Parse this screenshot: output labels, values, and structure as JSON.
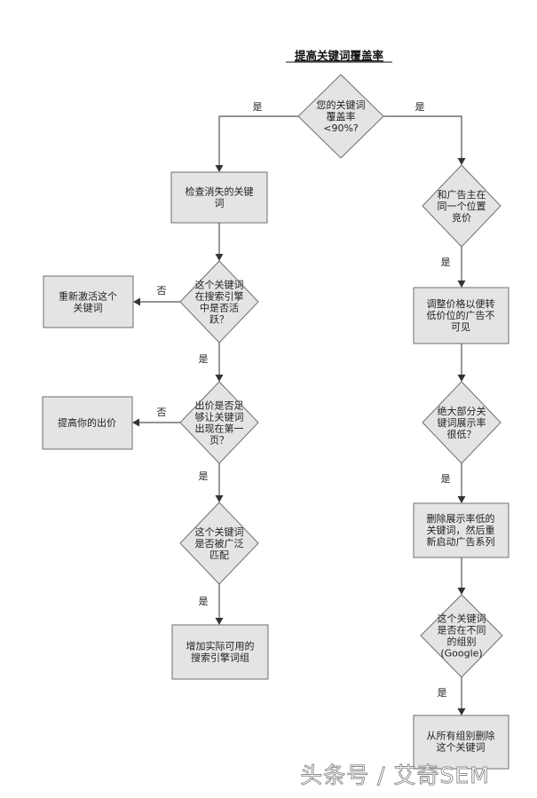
{
  "title": "提高关键词覆盖率",
  "watermark": "头条号 / 艾奇SEM",
  "nodes": {
    "d_coverage": [
      "您的关键词",
      "覆盖率",
      "<90%?"
    ],
    "p_check": [
      "检查消失的关键",
      "词"
    ],
    "d_active": [
      "这个关键词",
      "在搜索引擎",
      "中是否活",
      "跃？"
    ],
    "p_reactivate": [
      "重新激活这个",
      "关键词"
    ],
    "d_bid": [
      "出价是否足",
      "够让关键词",
      "出现在第一",
      "页？"
    ],
    "p_raise_bid": [
      "提高你的出价"
    ],
    "d_broad": [
      "这个关键词",
      "是否被广泛",
      "匹配"
    ],
    "p_add_terms": [
      "增加实际可用的",
      "搜索引擎词组"
    ],
    "d_same_position": [
      "和广告主在",
      "同一个位置",
      "竞价"
    ],
    "p_adjust_price": [
      "调整价格以便转",
      "低价位的广告不",
      "可见"
    ],
    "d_low_impr": [
      "绝大部分关",
      "键词展示率",
      "很低？"
    ],
    "p_delete_low": [
      "删除展示率低的",
      "关键词，然后重",
      "新启动广告系列"
    ],
    "d_diff_group": [
      "这个关键词",
      "是否在不同",
      "的组别",
      "(Google)"
    ],
    "p_delete_all": [
      "从所有组别删除",
      "这个关键词"
    ]
  },
  "labels": {
    "yes_left_top": "是",
    "yes_right_top": "是",
    "no_active": "否",
    "yes_active": "是",
    "no_bid": "否",
    "yes_bid": "是",
    "yes_broad": "是",
    "yes_same_position": "是",
    "yes_low_impr": "是",
    "yes_diff_group": "是"
  }
}
